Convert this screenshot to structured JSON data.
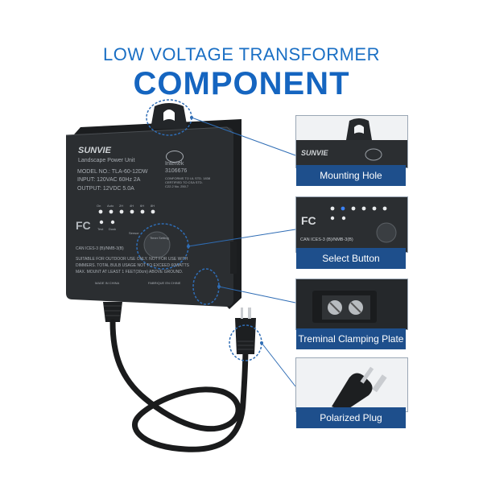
{
  "heading": {
    "line1": "LOW VOLTAGE TRANSFORMER",
    "line2": "COMPONENT"
  },
  "device": {
    "brand": "SUNVIE",
    "subtitle": "Landscape Power Unit",
    "model": "MODEL NO.: TLA-60-12DW",
    "input": "INPUT: 120VAC 60Hz 2A",
    "output": "OUTPUT: 12VDC 5.0A",
    "cert_name": "Intertek",
    "cert_number": "3106676",
    "cert_line1": "CONFORMS TO UL STD. 1838",
    "cert_line2": "CERTIFIED TO CSA STD.",
    "cert_line3": "C22.2 No. 250.7",
    "fcc": "FC",
    "ices": "CAN ICES-3 (B)/NMB-3(B)",
    "warning1": "SUITABLE FOR OUTDOOR USE ONLY. NOT FOR USE WITH",
    "warning2": "DIMMERS. TOTAL BULB USAGE NOT TO EXCEED 60WATTS",
    "warning3": "MAX. MOUNT AT LEAST 1 FEET(30cm) ABOVE GROUND.",
    "made_in": "MADE IN CHINA",
    "fabrique": "FABRIQUE EN CHINE",
    "timer_label": "Timer Setting",
    "sensor_label": "Sensor",
    "led_labels_top": [
      "On",
      "Auto",
      "2H",
      "4H",
      "6H",
      "8H"
    ],
    "led_labels_bottom": [
      "Test",
      "Dusk"
    ]
  },
  "callouts": [
    {
      "label": "Mounting Hole"
    },
    {
      "label": "Select Button"
    },
    {
      "label": "Treminal Clamping Plate"
    },
    {
      "label": "Polarized Plug"
    }
  ],
  "colors": {
    "heading_blue": "#1565c0",
    "label_bg": "#1e4f8c",
    "connector_line": "#2f6db5",
    "device_body": "#2b2e31",
    "led_blue": "#3b82f6"
  }
}
